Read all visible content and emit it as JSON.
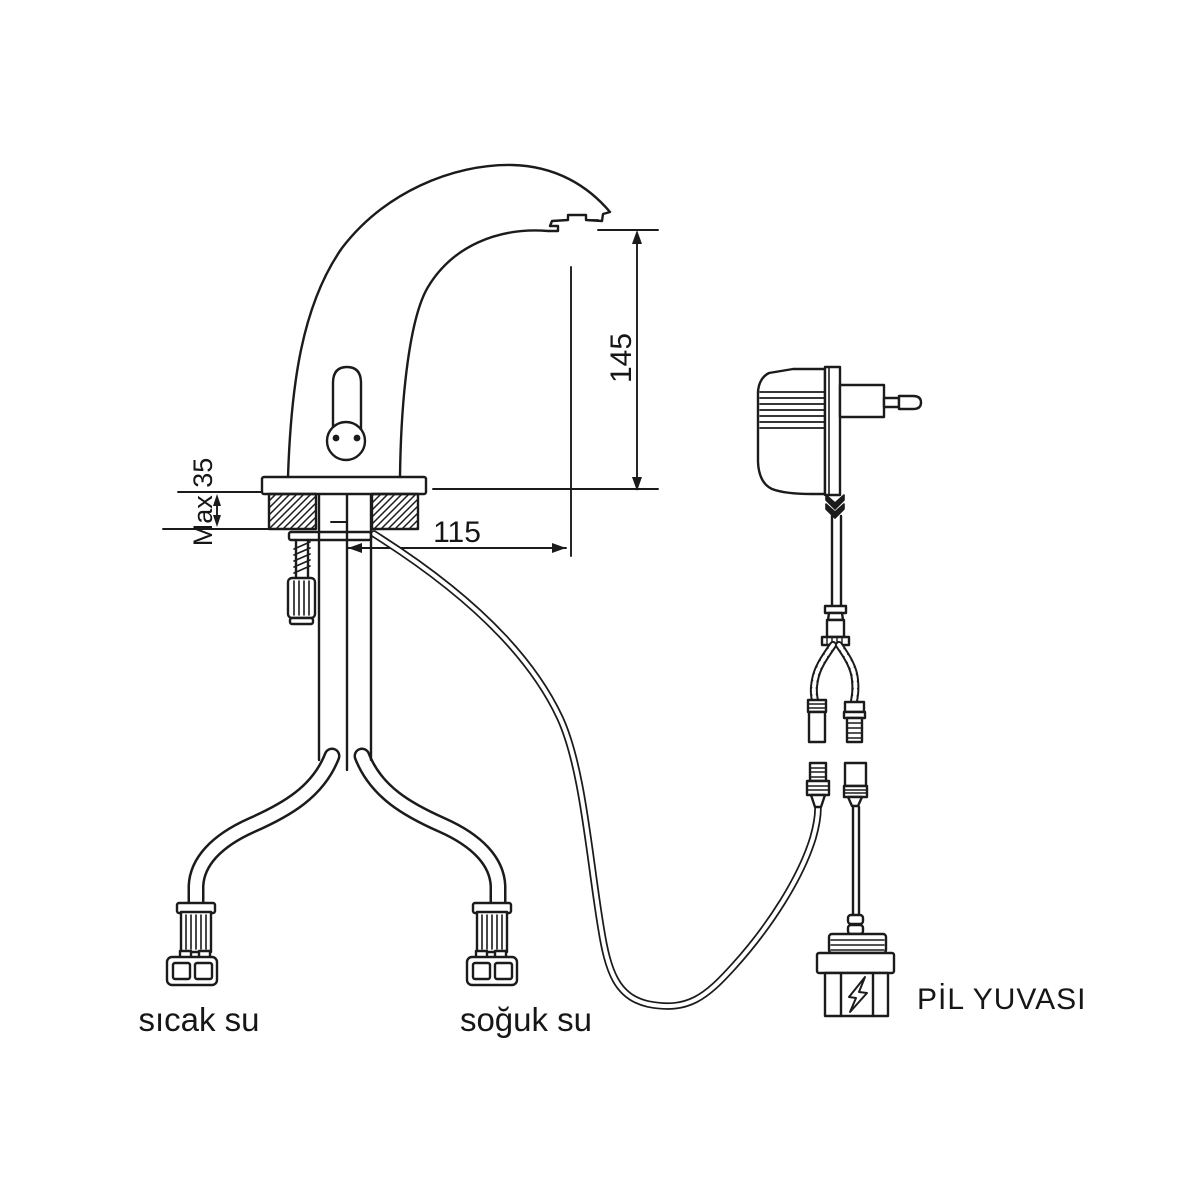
{
  "diagram": {
    "type": "technical-drawing",
    "subject": "sensor-faucet-installation-schematic",
    "background": "#ffffff",
    "line_color": "#1b1b1b",
    "dimension_annotations": {
      "spout_height": "145",
      "spout_reach": "115",
      "max_deck_thickness": "Max 35"
    },
    "part_labels": {
      "hot_water": "sıcak su",
      "cold_water": "soğuk su",
      "battery_compartment": "PİL YUVASI"
    },
    "components": [
      "faucet-body",
      "sensor-window",
      "mounting-flange",
      "mounting-nut",
      "pop-up-rod",
      "hot-water-hose",
      "cold-water-hose",
      "hose-fittings",
      "sensor-cable",
      "power-adapter",
      "adapter-plug",
      "y-splitter-cable",
      "dc-connectors",
      "battery-compartment",
      "lightning-bolt-icon"
    ]
  }
}
